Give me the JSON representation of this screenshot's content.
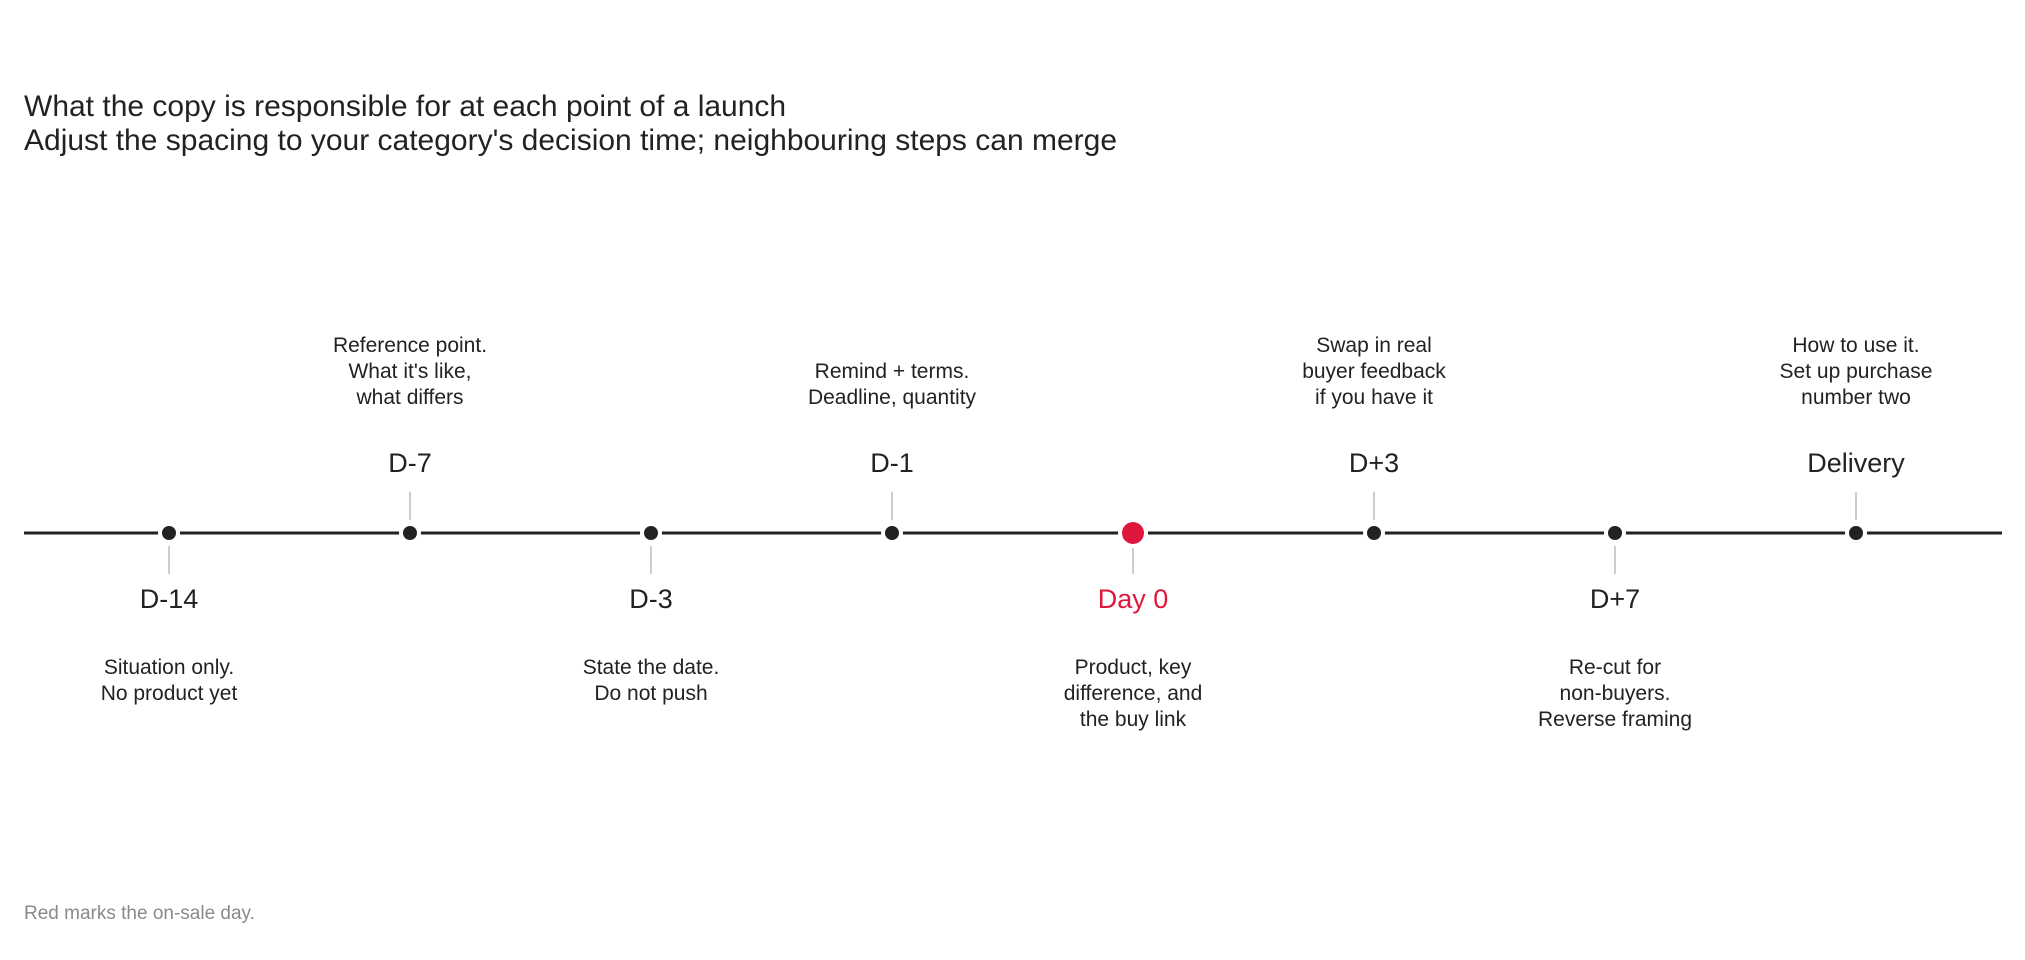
{
  "title": {
    "line1": "What the copy is responsible for at each point of a launch",
    "line2": "Adjust the spacing to your category's decision time; neighbouring steps can merge"
  },
  "colors": {
    "axis": "#222222",
    "dot": "#222222",
    "highlight": "#e0173c",
    "connector": "#cccccc",
    "footnote": "#8a8a8a"
  },
  "milestones": [
    {
      "label": "D-14",
      "side": "below",
      "highlight": false,
      "desc": [
        "Situation only.",
        "No product yet"
      ]
    },
    {
      "label": "D-7",
      "side": "above",
      "highlight": false,
      "desc": [
        "Reference point.",
        "What it's like,",
        "what differs"
      ]
    },
    {
      "label": "D-3",
      "side": "below",
      "highlight": false,
      "desc": [
        "State the date.",
        "Do not push"
      ]
    },
    {
      "label": "D-1",
      "side": "above",
      "highlight": false,
      "desc": [
        "Remind + terms.",
        "Deadline, quantity"
      ]
    },
    {
      "label": "Day 0",
      "side": "below",
      "highlight": true,
      "desc": [
        "Product, key",
        "difference, and",
        "the buy link"
      ]
    },
    {
      "label": "D+3",
      "side": "above",
      "highlight": false,
      "desc": [
        "Swap in real",
        "buyer feedback",
        "if you have it"
      ]
    },
    {
      "label": "D+7",
      "side": "below",
      "highlight": false,
      "desc": [
        "Re-cut for",
        "non-buyers.",
        "Reverse framing"
      ]
    },
    {
      "label": "Delivery",
      "side": "above",
      "highlight": false,
      "desc": [
        "How to use it.",
        "Set up purchase",
        "number two"
      ]
    }
  ],
  "footnote": "Red marks the on-sale day."
}
